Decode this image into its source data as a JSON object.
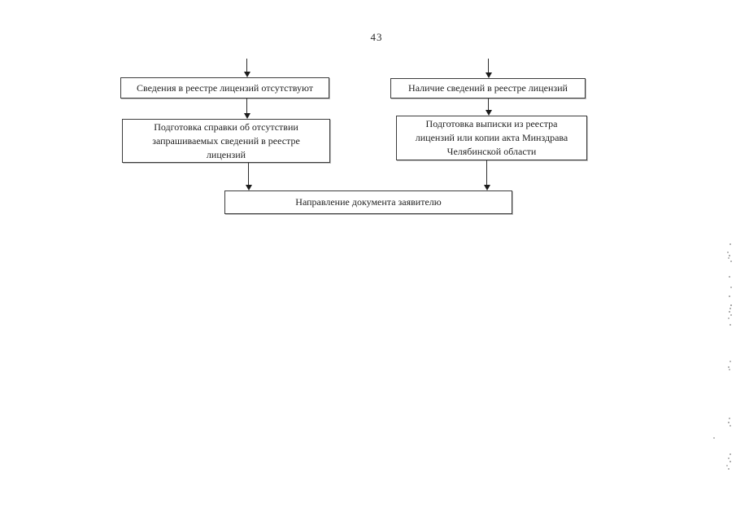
{
  "page": {
    "number": "43"
  },
  "flowchart": {
    "boxes": {
      "no_info": {
        "label": "Сведения в реестре лицензий отсутствуют"
      },
      "has_info": {
        "label": "Наличие сведений в реестре лицензий"
      },
      "prepare_certificate": {
        "label": "Подготовка справки об отсутствии\nзапрашиваемых сведений в реестре\nлицензий"
      },
      "prepare_extract": {
        "label": "Подготовка выписки из реестра\nлицензий или копии акта Минздрава\nЧелябинской области"
      },
      "send_document": {
        "label": "Направление документа заявителю"
      }
    },
    "colors": {
      "box_border": "#3c3c3c",
      "text": "#1e1e1e",
      "arrow": "#1c1c1c",
      "background": "#ffffff"
    }
  }
}
